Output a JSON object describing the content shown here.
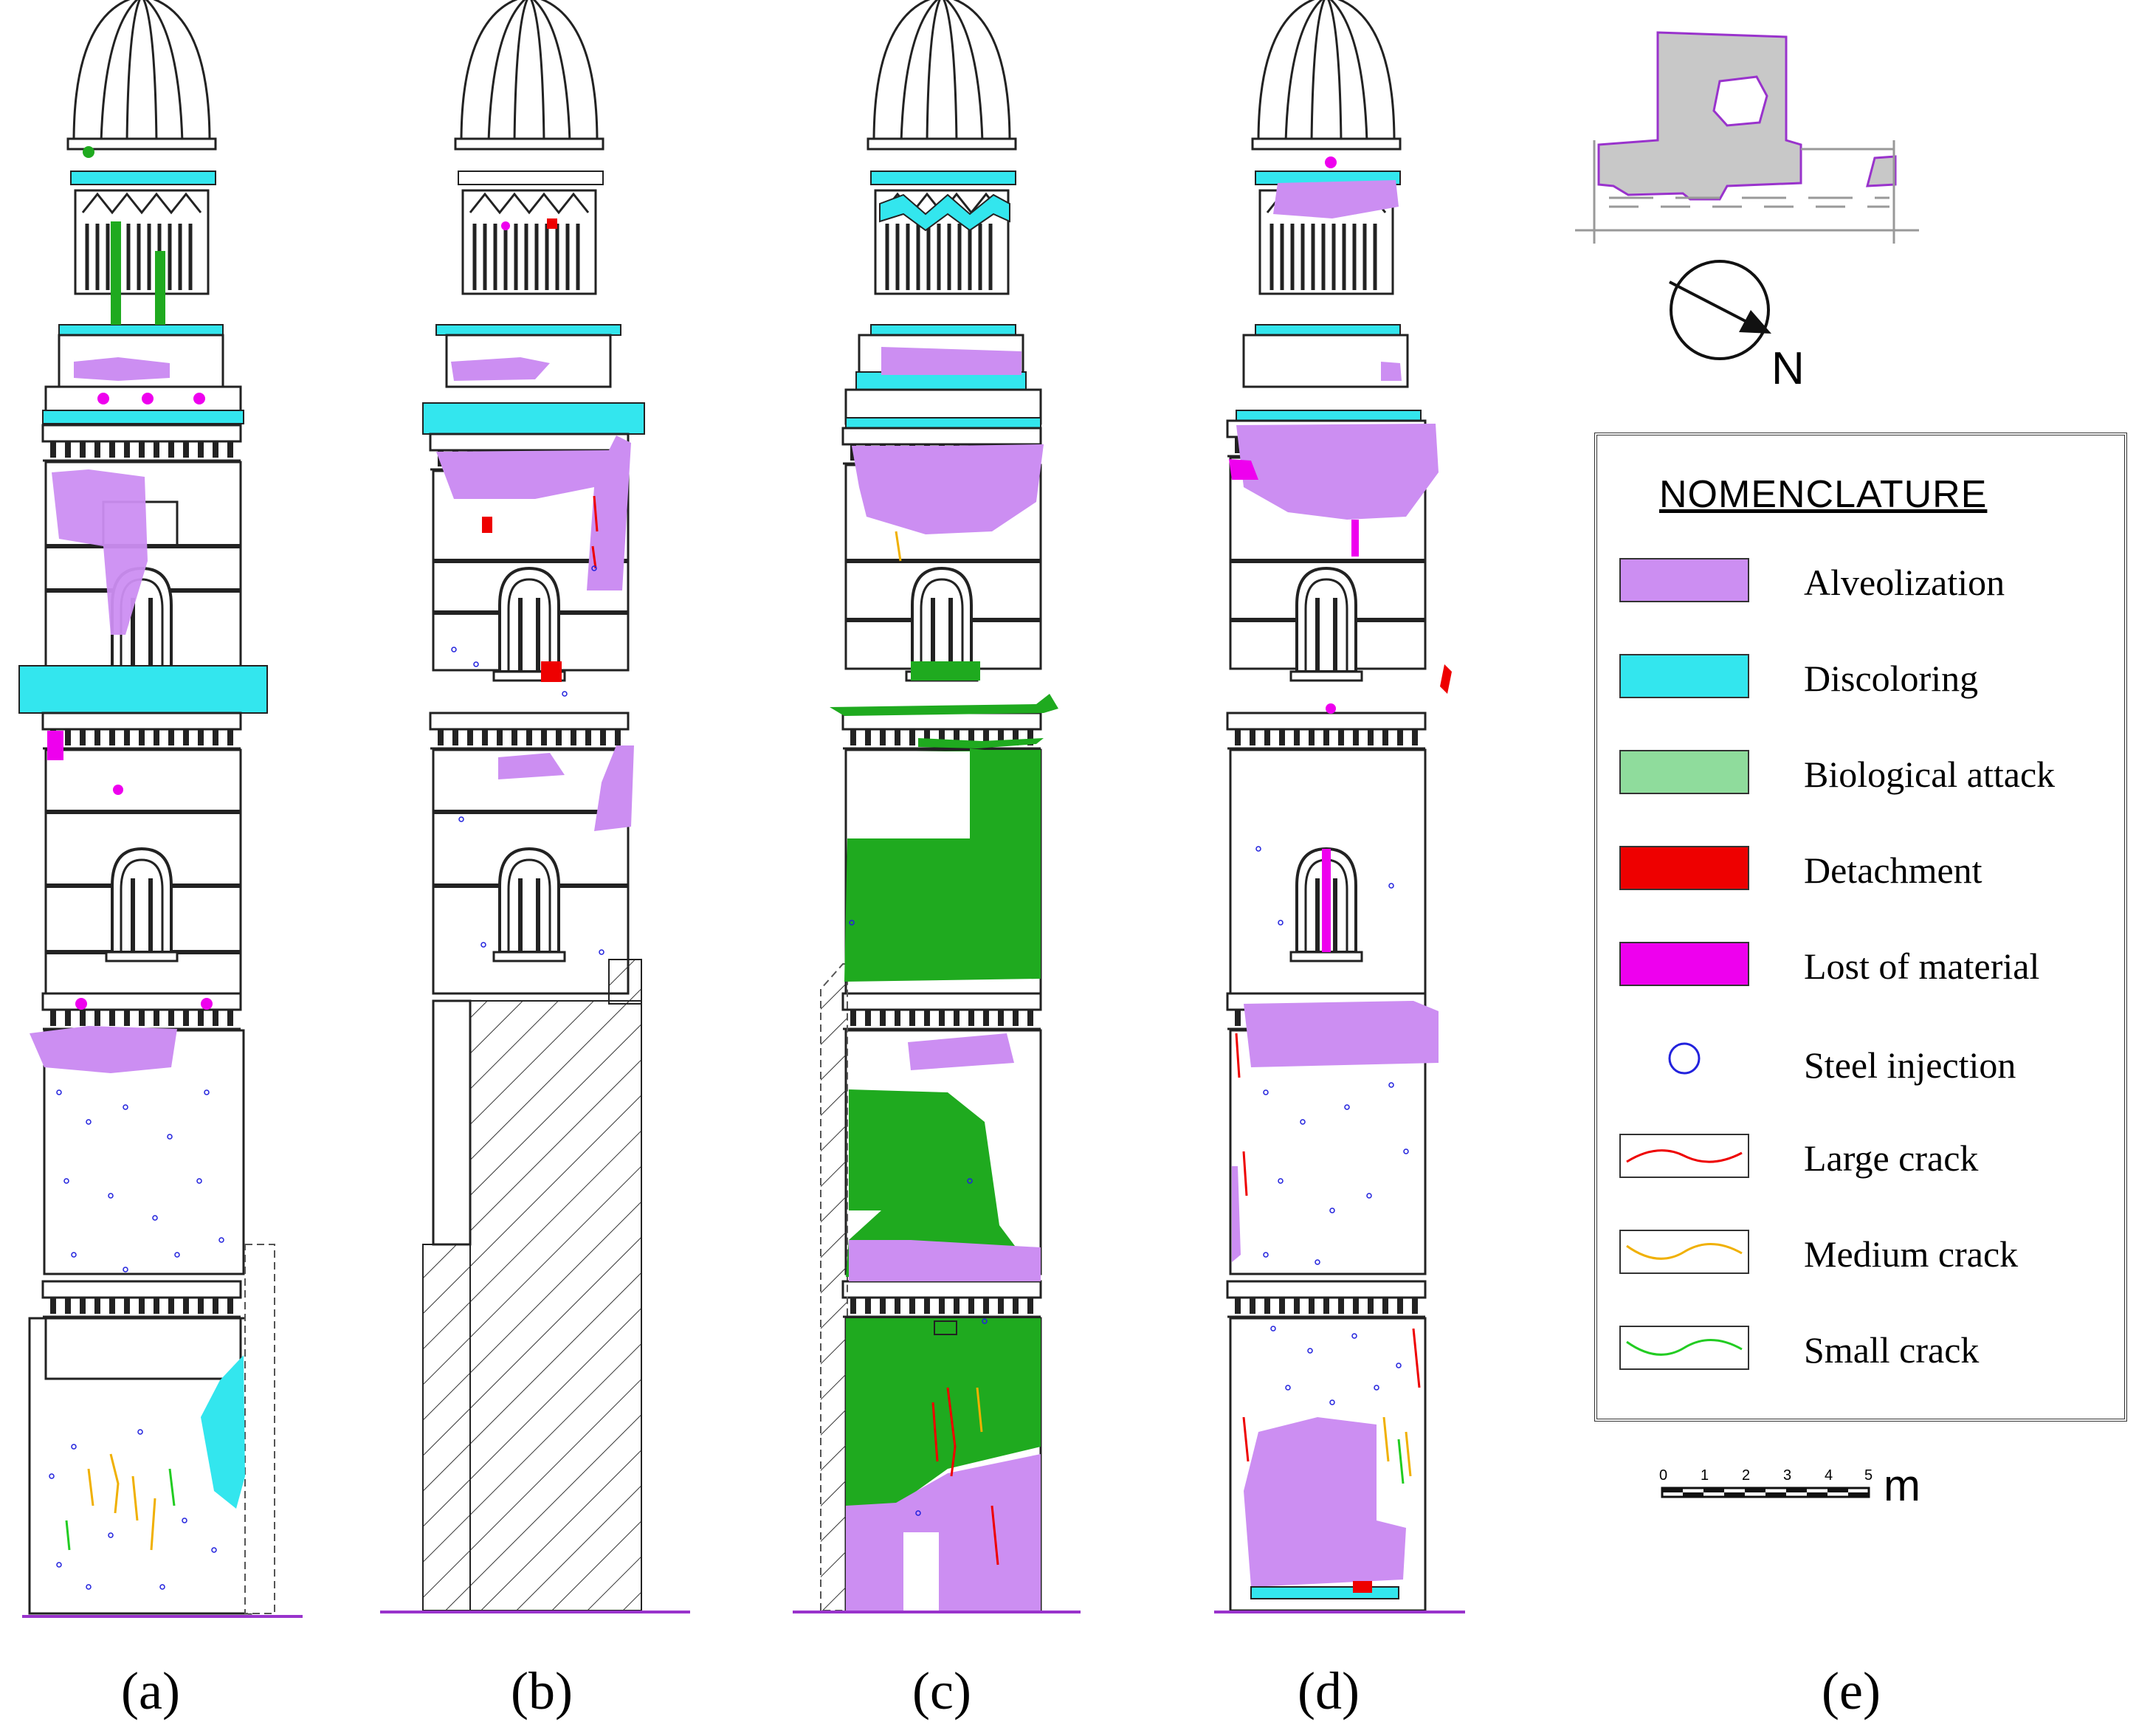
{
  "captions": [
    "(a)",
    "(b)",
    "(c)",
    "(d)",
    "(e)"
  ],
  "legend": {
    "title": "NOMENCLATURE",
    "items": [
      {
        "label": "Alveolization",
        "color": "#cc8ef2",
        "kind": "fill"
      },
      {
        "label": "Discoloring",
        "color": "#33e6ee",
        "kind": "fill"
      },
      {
        "label": "Biological attack",
        "color": "#8fdc9c",
        "kind": "fill"
      },
      {
        "label": "Detachment",
        "color": "#ee0000",
        "kind": "fill"
      },
      {
        "label": "Lost of material",
        "color": "#ee00ee",
        "kind": "fill"
      },
      {
        "label": "Steel injection",
        "color": "#2222dd",
        "kind": "circle"
      },
      {
        "label": "Large crack",
        "color": "#ee0000",
        "kind": "line"
      },
      {
        "label": "Medium crack",
        "color": "#f0b000",
        "kind": "line"
      },
      {
        "label": "Small crack",
        "color": "#22cc22",
        "kind": "line"
      }
    ]
  },
  "north_label": "N",
  "scale": {
    "unit": "m",
    "ticks": [
      "0",
      "1",
      "2",
      "3",
      "4",
      "5"
    ]
  },
  "colors": {
    "alveolization": "#cc8ef2",
    "discoloring": "#33e6ee",
    "biological": "#1faa1f",
    "detachment": "#ee0000",
    "lost": "#ee00ee",
    "steel": "#2222dd",
    "line": "#222222",
    "ground": "#9933cc"
  }
}
